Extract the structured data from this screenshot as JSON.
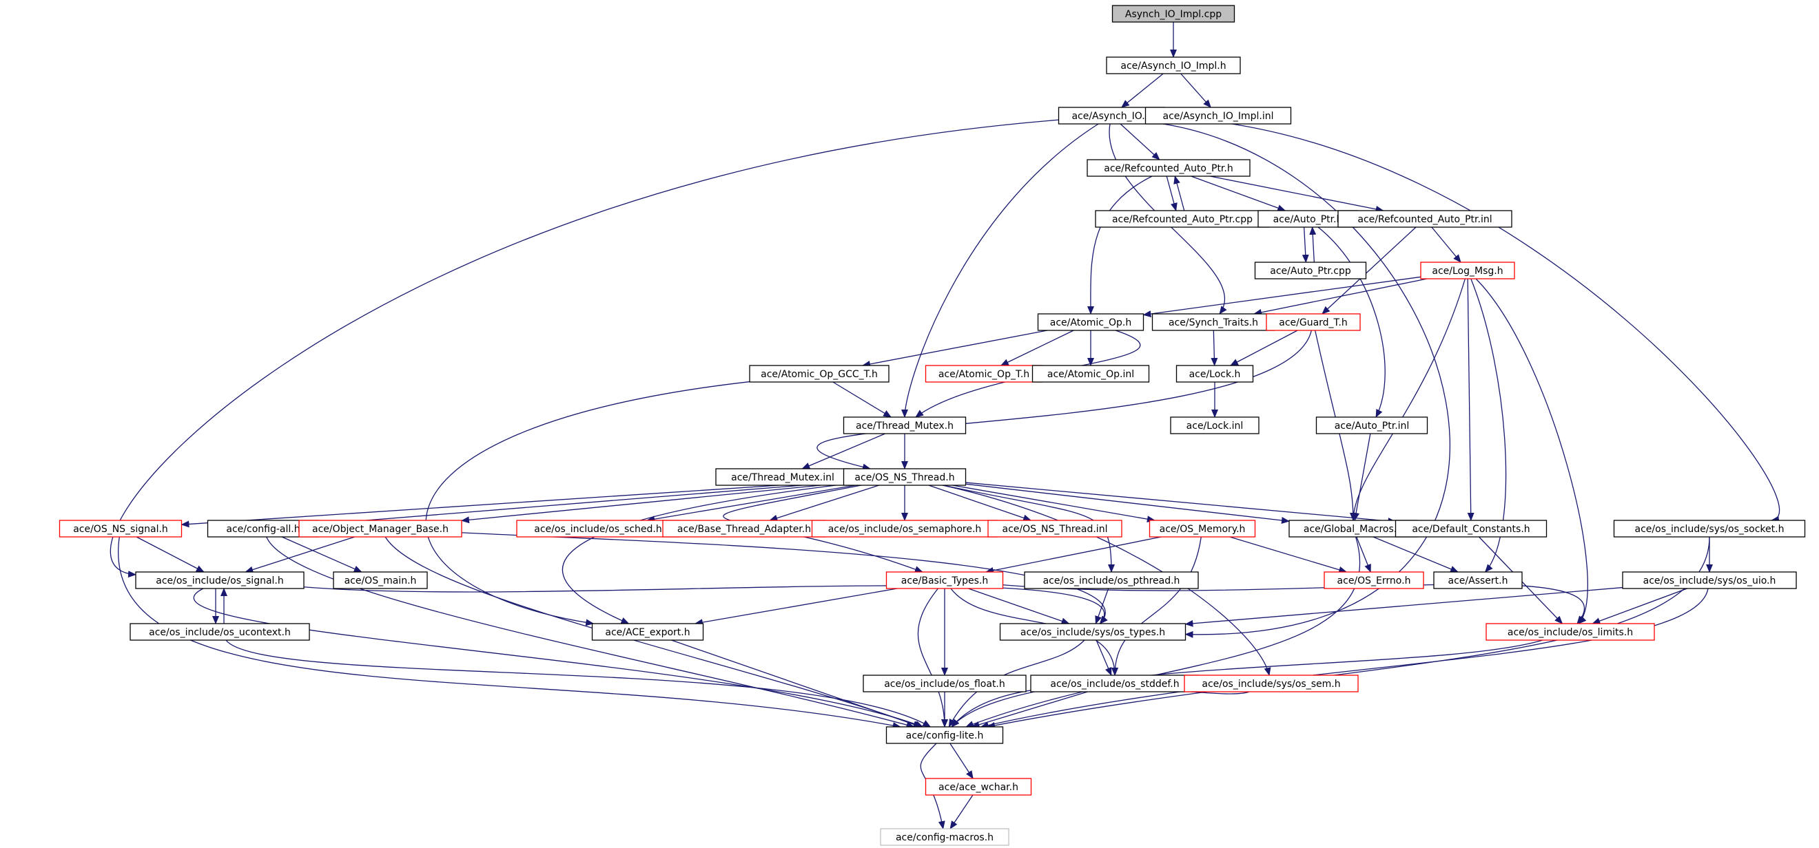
{
  "diagram": {
    "type": "include-dependency-graph",
    "colors": {
      "node_border": "#000000",
      "truncated_node_border": "#ff0000",
      "root_fill": "#bfbfbf",
      "missing_node_border": "#bfbfbf",
      "edge": "#191970",
      "text": "#000000"
    },
    "nodes": [
      {
        "id": "root",
        "label": "Asynch_IO_Impl.cpp",
        "style": "root"
      },
      {
        "id": "asynch_impl_h",
        "label": "ace/Asynch_IO_Impl.h",
        "style": "normal"
      },
      {
        "id": "asynch_h",
        "label": "ace/Asynch_IO.h",
        "style": "normal"
      },
      {
        "id": "asynch_impl_inl",
        "label": "ace/Asynch_IO_Impl.inl",
        "style": "normal"
      },
      {
        "id": "refptr_h",
        "label": "ace/Refcounted_Auto_Ptr.h",
        "style": "normal"
      },
      {
        "id": "refptr_cpp",
        "label": "ace/Refcounted_Auto_Ptr.cpp",
        "style": "normal"
      },
      {
        "id": "autoptr_h",
        "label": "ace/Auto_Ptr.h",
        "style": "normal"
      },
      {
        "id": "refptr_inl",
        "label": "ace/Refcounted_Auto_Ptr.inl",
        "style": "normal"
      },
      {
        "id": "autoptr_cpp",
        "label": "ace/Auto_Ptr.cpp",
        "style": "normal"
      },
      {
        "id": "logmsg",
        "label": "ace/Log_Msg.h",
        "style": "truncated"
      },
      {
        "id": "atomic_h",
        "label": "ace/Atomic_Op.h",
        "style": "normal"
      },
      {
        "id": "synch_traits",
        "label": "ace/Synch_Traits.h",
        "style": "normal"
      },
      {
        "id": "guard",
        "label": "ace/Guard_T.h",
        "style": "truncated"
      },
      {
        "id": "atomic_gcc",
        "label": "ace/Atomic_Op_GCC_T.h",
        "style": "normal"
      },
      {
        "id": "atomic_t",
        "label": "ace/Atomic_Op_T.h",
        "style": "truncated"
      },
      {
        "id": "atomic_inl",
        "label": "ace/Atomic_Op.inl",
        "style": "normal"
      },
      {
        "id": "lock_h",
        "label": "ace/Lock.h",
        "style": "normal"
      },
      {
        "id": "thread_mutex_h",
        "label": "ace/Thread_Mutex.h",
        "style": "normal"
      },
      {
        "id": "lock_inl",
        "label": "ace/Lock.inl",
        "style": "normal"
      },
      {
        "id": "autoptr_inl",
        "label": "ace/Auto_Ptr.inl",
        "style": "normal"
      },
      {
        "id": "thread_mutex_inl",
        "label": "ace/Thread_Mutex.inl",
        "style": "normal"
      },
      {
        "id": "os_ns_thread",
        "label": "ace/OS_NS_Thread.h",
        "style": "normal"
      },
      {
        "id": "os_ns_signal",
        "label": "ace/OS_NS_signal.h",
        "style": "truncated"
      },
      {
        "id": "config_all",
        "label": "ace/config-all.h",
        "style": "normal"
      },
      {
        "id": "obj_mgr",
        "label": "ace/Object_Manager_Base.h",
        "style": "truncated"
      },
      {
        "id": "os_sched",
        "label": "ace/os_include/os_sched.h",
        "style": "truncated"
      },
      {
        "id": "base_thread",
        "label": "ace/Base_Thread_Adapter.h",
        "style": "truncated"
      },
      {
        "id": "os_semaphore",
        "label": "ace/os_include/os_semaphore.h",
        "style": "truncated"
      },
      {
        "id": "os_ns_thread_inl",
        "label": "ace/OS_NS_Thread.inl",
        "style": "truncated"
      },
      {
        "id": "os_memory",
        "label": "ace/OS_Memory.h",
        "style": "truncated"
      },
      {
        "id": "global_macros",
        "label": "ace/Global_Macros.h",
        "style": "normal"
      },
      {
        "id": "default_constants",
        "label": "ace/Default_Constants.h",
        "style": "normal"
      },
      {
        "id": "sys_socket",
        "label": "ace/os_include/sys/os_socket.h",
        "style": "normal"
      },
      {
        "id": "os_signal",
        "label": "ace/os_include/os_signal.h",
        "style": "normal"
      },
      {
        "id": "os_main",
        "label": "ace/OS_main.h",
        "style": "normal"
      },
      {
        "id": "basic_types",
        "label": "ace/Basic_Types.h",
        "style": "truncated"
      },
      {
        "id": "os_pthread",
        "label": "ace/os_include/os_pthread.h",
        "style": "normal"
      },
      {
        "id": "os_errno",
        "label": "ace/OS_Errno.h",
        "style": "truncated"
      },
      {
        "id": "assert_h",
        "label": "ace/Assert.h",
        "style": "normal"
      },
      {
        "id": "sys_uio",
        "label": "ace/os_include/sys/os_uio.h",
        "style": "normal"
      },
      {
        "id": "os_ucontext",
        "label": "ace/os_include/os_ucontext.h",
        "style": "normal"
      },
      {
        "id": "ace_export",
        "label": "ace/ACE_export.h",
        "style": "normal"
      },
      {
        "id": "sys_types",
        "label": "ace/os_include/sys/os_types.h",
        "style": "normal"
      },
      {
        "id": "os_limits",
        "label": "ace/os_include/os_limits.h",
        "style": "truncated"
      },
      {
        "id": "os_float",
        "label": "ace/os_include/os_float.h",
        "style": "normal"
      },
      {
        "id": "os_stddef",
        "label": "ace/os_include/os_stddef.h",
        "style": "normal"
      },
      {
        "id": "sys_sem",
        "label": "ace/os_include/sys/os_sem.h",
        "style": "truncated"
      },
      {
        "id": "config_lite",
        "label": "ace/config-lite.h",
        "style": "normal"
      },
      {
        "id": "ace_wchar",
        "label": "ace/ace_wchar.h",
        "style": "truncated"
      },
      {
        "id": "config_macros",
        "label": "ace/config-macros.h",
        "style": "missing"
      }
    ],
    "edges": [
      [
        "root",
        "asynch_impl_h"
      ],
      [
        "asynch_impl_h",
        "asynch_h"
      ],
      [
        "asynch_impl_h",
        "asynch_impl_inl"
      ],
      [
        "asynch_h",
        "refptr_h"
      ],
      [
        "asynch_h",
        "thread_mutex_h"
      ],
      [
        "asynch_h",
        "synch_traits"
      ],
      [
        "asynch_h",
        "os_signal"
      ],
      [
        "asynch_h",
        "sys_socket"
      ],
      [
        "asynch_h",
        "sys_types"
      ],
      [
        "refptr_h",
        "refptr_cpp"
      ],
      [
        "refptr_cpp",
        "refptr_h"
      ],
      [
        "refptr_h",
        "autoptr_h"
      ],
      [
        "refptr_h",
        "refptr_inl"
      ],
      [
        "refptr_h",
        "atomic_h"
      ],
      [
        "autoptr_h",
        "autoptr_cpp"
      ],
      [
        "autoptr_cpp",
        "autoptr_h"
      ],
      [
        "autoptr_h",
        "autoptr_inl"
      ],
      [
        "refptr_inl",
        "logmsg"
      ],
      [
        "refptr_inl",
        "guard"
      ],
      [
        "logmsg",
        "atomic_h"
      ],
      [
        "logmsg",
        "synch_traits"
      ],
      [
        "logmsg",
        "global_macros"
      ],
      [
        "logmsg",
        "default_constants"
      ],
      [
        "logmsg",
        "assert_h"
      ],
      [
        "logmsg",
        "os_limits"
      ],
      [
        "atomic_h",
        "atomic_gcc"
      ],
      [
        "atomic_h",
        "atomic_t"
      ],
      [
        "atomic_h",
        "atomic_inl"
      ],
      [
        "atomic_h",
        "thread_mutex_h"
      ],
      [
        "synch_traits",
        "lock_h"
      ],
      [
        "guard",
        "lock_h"
      ],
      [
        "guard",
        "os_ns_thread"
      ],
      [
        "guard",
        "global_macros"
      ],
      [
        "atomic_gcc",
        "thread_mutex_h"
      ],
      [
        "atomic_gcc",
        "ace_export"
      ],
      [
        "lock_h",
        "lock_inl"
      ],
      [
        "autoptr_inl",
        "global_macros"
      ],
      [
        "thread_mutex_h",
        "thread_mutex_inl"
      ],
      [
        "thread_mutex_h",
        "os_ns_thread"
      ],
      [
        "os_ns_thread",
        "os_ns_signal"
      ],
      [
        "os_ns_thread",
        "config_all"
      ],
      [
        "os_ns_thread",
        "obj_mgr"
      ],
      [
        "os_ns_thread",
        "os_sched"
      ],
      [
        "os_ns_thread",
        "base_thread"
      ],
      [
        "os_ns_thread",
        "os_semaphore"
      ],
      [
        "os_ns_thread",
        "os_ns_thread_inl"
      ],
      [
        "os_ns_thread",
        "os_memory"
      ],
      [
        "os_ns_thread",
        "global_macros"
      ],
      [
        "os_ns_thread",
        "default_constants"
      ],
      [
        "os_ns_thread",
        "os_pthread"
      ],
      [
        "os_ns_thread",
        "basic_types"
      ],
      [
        "os_ns_thread",
        "ace_export"
      ],
      [
        "os_ns_thread",
        "sys_sem"
      ],
      [
        "os_ns_signal",
        "os_signal"
      ],
      [
        "os_ns_signal",
        "config_lite"
      ],
      [
        "config_all",
        "os_main"
      ],
      [
        "config_all",
        "config_lite"
      ],
      [
        "obj_mgr",
        "os_signal"
      ],
      [
        "obj_mgr",
        "sys_types"
      ],
      [
        "obj_mgr",
        "config_lite"
      ],
      [
        "os_memory",
        "basic_types"
      ],
      [
        "os_memory",
        "os_errno"
      ],
      [
        "os_memory",
        "os_stddef"
      ],
      [
        "global_macros",
        "os_errno"
      ],
      [
        "global_macros",
        "assert_h"
      ],
      [
        "global_macros",
        "config_lite"
      ],
      [
        "default_constants",
        "os_limits"
      ],
      [
        "sys_socket",
        "sys_uio"
      ],
      [
        "sys_socket",
        "config_lite"
      ],
      [
        "sys_uio",
        "sys_types"
      ],
      [
        "sys_uio",
        "os_limits"
      ],
      [
        "sys_uio",
        "config_lite"
      ],
      [
        "os_signal",
        "os_ucontext"
      ],
      [
        "os_ucontext",
        "os_signal"
      ],
      [
        "os_signal",
        "sys_types"
      ],
      [
        "os_signal",
        "config_lite"
      ],
      [
        "os_ucontext",
        "config_lite"
      ],
      [
        "basic_types",
        "ace_export"
      ],
      [
        "basic_types",
        "sys_types"
      ],
      [
        "basic_types",
        "os_limits"
      ],
      [
        "basic_types",
        "os_float"
      ],
      [
        "basic_types",
        "os_stddef"
      ],
      [
        "basic_types",
        "config_lite"
      ],
      [
        "os_pthread",
        "sys_types"
      ],
      [
        "ace_export",
        "config_lite"
      ],
      [
        "sys_types",
        "os_stddef"
      ],
      [
        "sys_types",
        "config_lite"
      ],
      [
        "os_limits",
        "config_lite"
      ],
      [
        "os_float",
        "config_lite"
      ],
      [
        "os_stddef",
        "config_lite"
      ],
      [
        "sys_sem",
        "config_lite"
      ],
      [
        "config_lite",
        "ace_wchar"
      ],
      [
        "config_lite",
        "config_macros"
      ],
      [
        "ace_wchar",
        "config_macros"
      ]
    ]
  }
}
